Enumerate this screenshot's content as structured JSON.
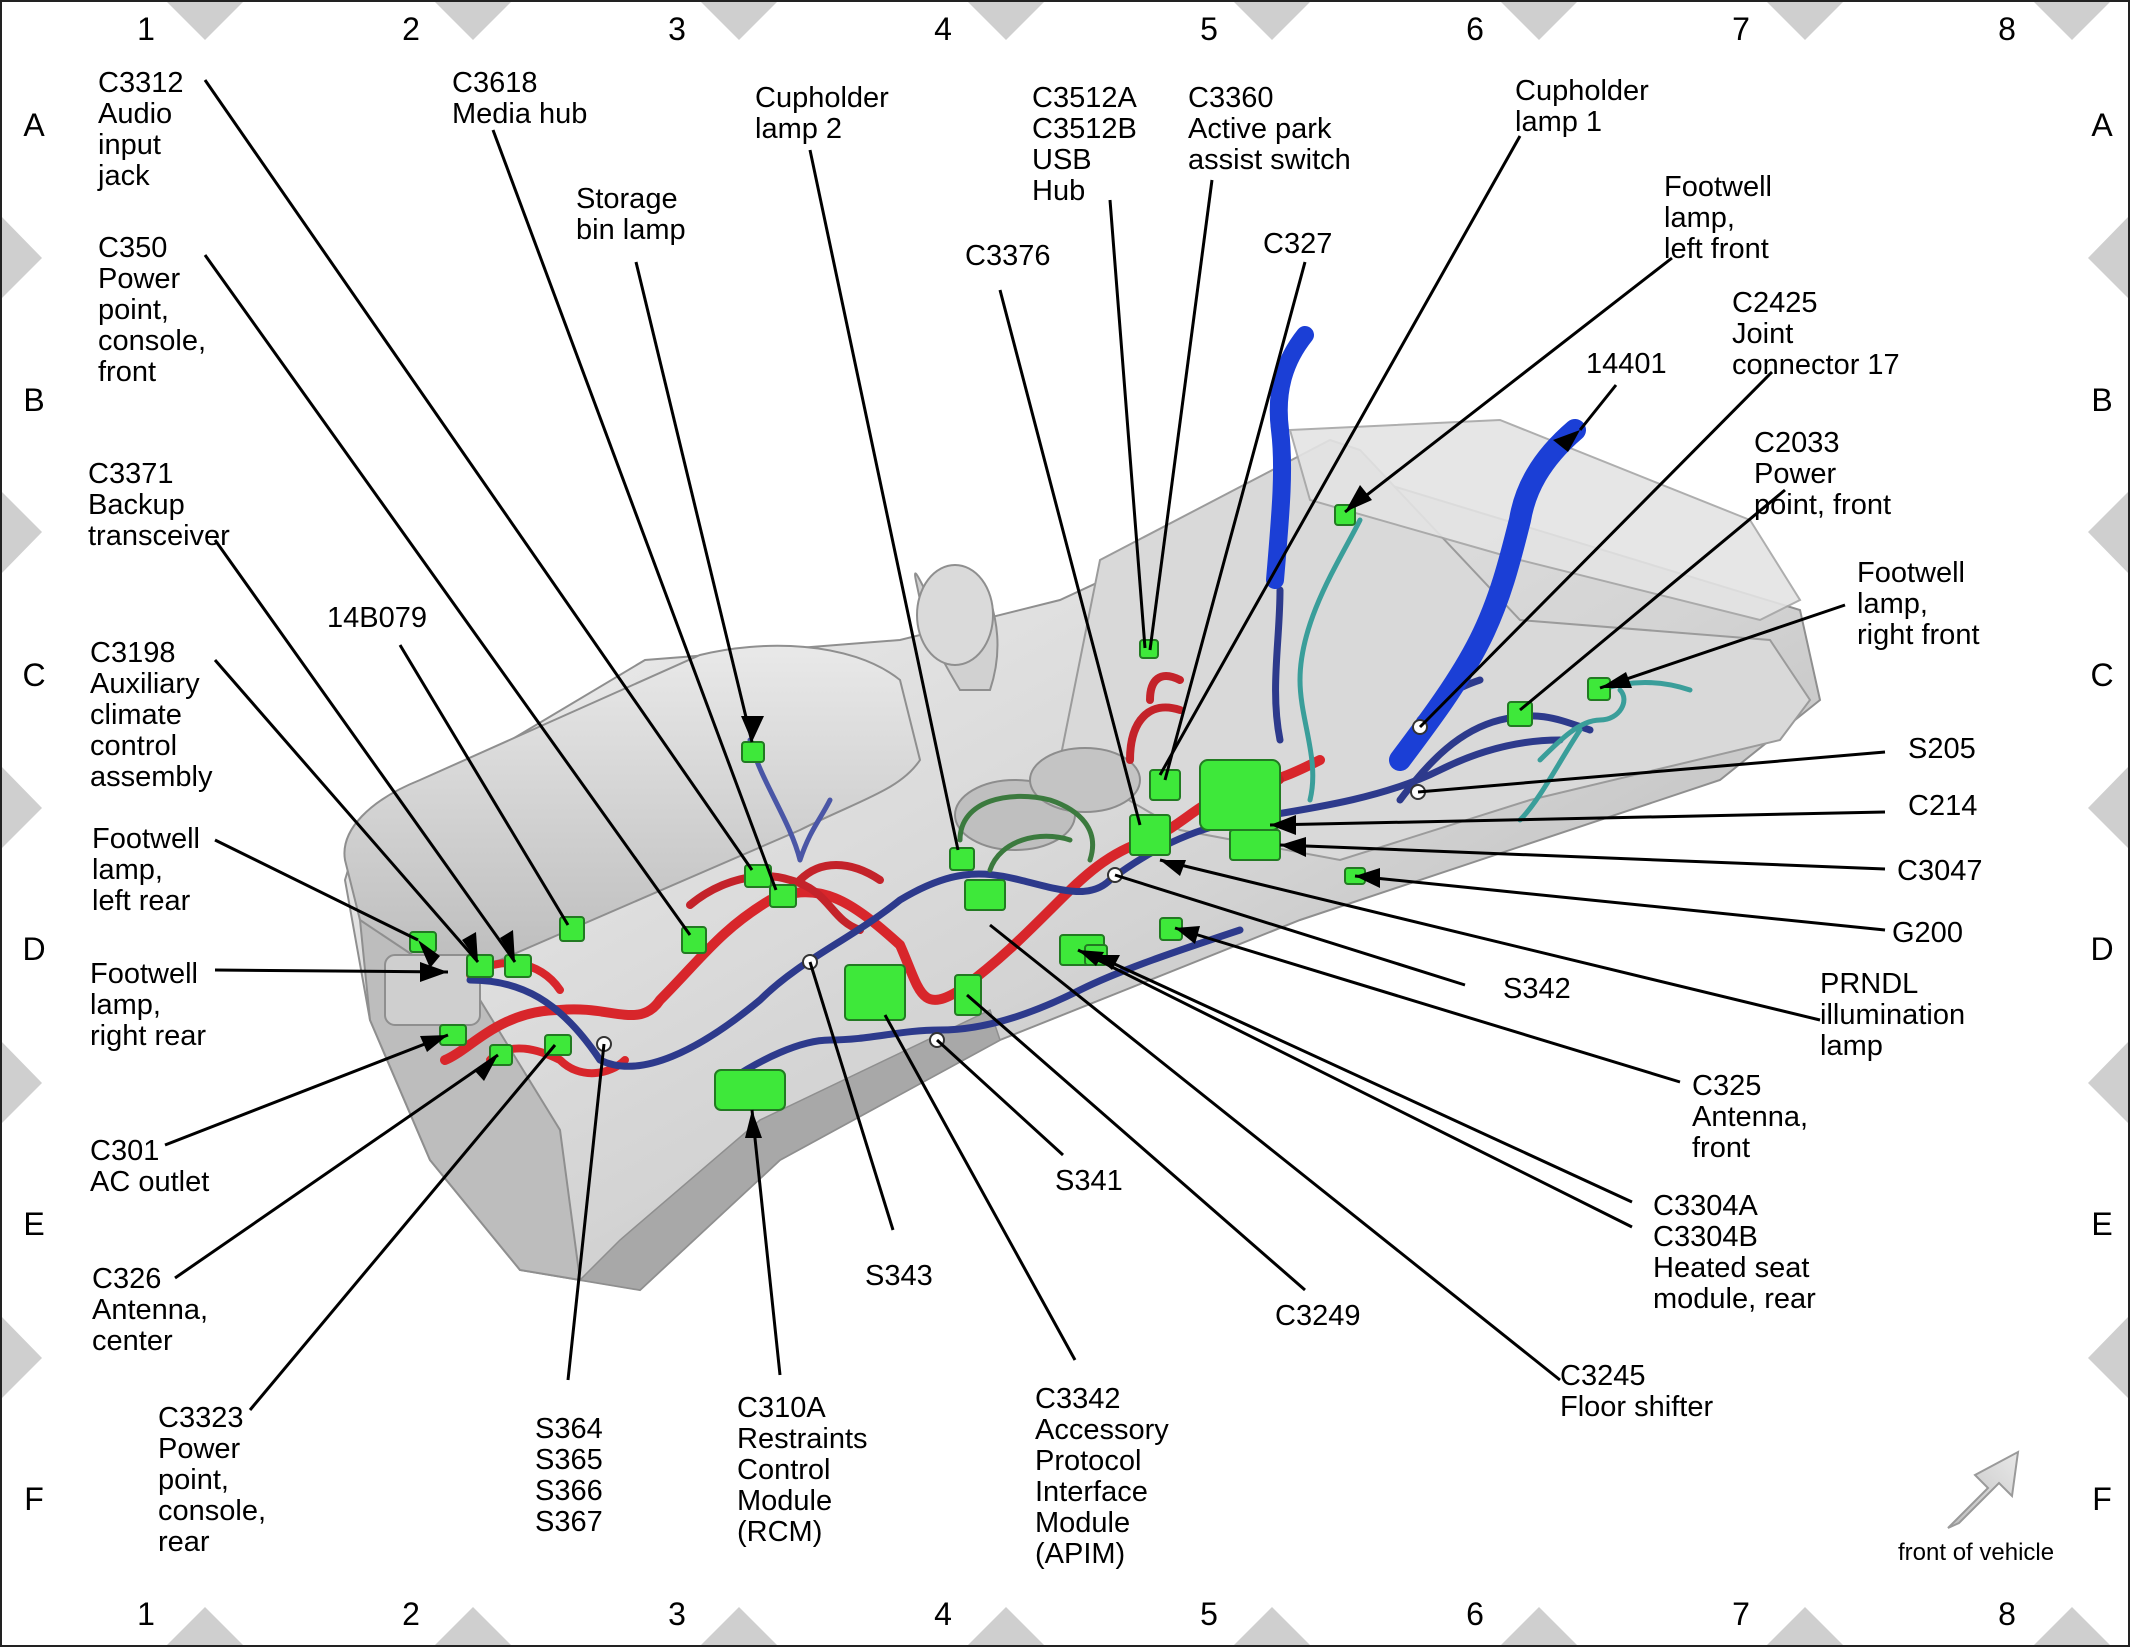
{
  "grid": {
    "columns": [
      "1",
      "2",
      "3",
      "4",
      "5",
      "6",
      "7",
      "8"
    ],
    "rows": [
      "A",
      "B",
      "C",
      "D",
      "E",
      "F"
    ]
  },
  "callouts": [
    {
      "id": "c3312",
      "lines": [
        "C3312",
        "Audio",
        "input",
        "jack"
      ]
    },
    {
      "id": "c3618",
      "lines": [
        "C3618",
        "Media hub"
      ]
    },
    {
      "id": "storage-bin",
      "lines": [
        "Storage",
        "bin lamp"
      ]
    },
    {
      "id": "cupholder2",
      "lines": [
        "Cupholder",
        "lamp 2"
      ]
    },
    {
      "id": "c3512",
      "lines": [
        "C3512A",
        "C3512B",
        "USB",
        "Hub"
      ]
    },
    {
      "id": "c3360",
      "lines": [
        "C3360",
        "Active park",
        "assist switch"
      ]
    },
    {
      "id": "cupholder1",
      "lines": [
        "Cupholder",
        "lamp 1"
      ]
    },
    {
      "id": "c3376",
      "lines": [
        "C3376"
      ]
    },
    {
      "id": "c327",
      "lines": [
        "C327"
      ]
    },
    {
      "id": "footwell-lf",
      "lines": [
        "Footwell",
        "lamp,",
        "left front"
      ]
    },
    {
      "id": "c2425",
      "lines": [
        "C2425",
        "Joint",
        "connector 17"
      ]
    },
    {
      "id": "14401",
      "lines": [
        "14401"
      ]
    },
    {
      "id": "c2033",
      "lines": [
        "C2033",
        "Power",
        "point, front"
      ]
    },
    {
      "id": "c350",
      "lines": [
        "C350",
        "Power",
        "point,",
        "console,",
        "front"
      ]
    },
    {
      "id": "c3371",
      "lines": [
        "C3371",
        "Backup",
        "transceiver"
      ]
    },
    {
      "id": "14b079",
      "lines": [
        "14B079"
      ]
    },
    {
      "id": "footwell-rf",
      "lines": [
        "Footwell",
        "lamp,",
        "right front"
      ]
    },
    {
      "id": "c3198",
      "lines": [
        "C3198",
        "Auxiliary",
        "climate",
        "control",
        "assembly"
      ]
    },
    {
      "id": "s205",
      "lines": [
        "S205"
      ]
    },
    {
      "id": "c214",
      "lines": [
        "C214"
      ]
    },
    {
      "id": "c3047",
      "lines": [
        "C3047"
      ]
    },
    {
      "id": "footwell-lr",
      "lines": [
        "Footwell",
        "lamp,",
        "left rear"
      ]
    },
    {
      "id": "g200",
      "lines": [
        "G200"
      ]
    },
    {
      "id": "footwell-rr",
      "lines": [
        "Footwell",
        "lamp,",
        "right rear"
      ]
    },
    {
      "id": "s342",
      "lines": [
        "S342"
      ]
    },
    {
      "id": "prndl",
      "lines": [
        "PRNDL",
        "illumination",
        "lamp"
      ]
    },
    {
      "id": "c325",
      "lines": [
        "C325",
        "Antenna,",
        "front"
      ]
    },
    {
      "id": "c301",
      "lines": [
        "C301",
        "AC outlet"
      ]
    },
    {
      "id": "s341",
      "lines": [
        "S341"
      ]
    },
    {
      "id": "c3304",
      "lines": [
        "C3304A",
        "C3304B",
        "Heated seat",
        "module, rear"
      ]
    },
    {
      "id": "c326",
      "lines": [
        "C326",
        "Antenna,",
        "center"
      ]
    },
    {
      "id": "s343",
      "lines": [
        "S343"
      ]
    },
    {
      "id": "c3249",
      "lines": [
        "C3249"
      ]
    },
    {
      "id": "c3245",
      "lines": [
        "C3245",
        "Floor shifter"
      ]
    },
    {
      "id": "c3323",
      "lines": [
        "C3323",
        "Power",
        "point,",
        "console,",
        "rear"
      ]
    },
    {
      "id": "s364",
      "lines": [
        "S364",
        "S365",
        "S366",
        "S367"
      ]
    },
    {
      "id": "c310a",
      "lines": [
        "C310A",
        "Restraints",
        "Control",
        "Module",
        "(RCM)"
      ]
    },
    {
      "id": "c3342",
      "lines": [
        "C3342",
        "Accessory",
        "Protocol",
        "Interface",
        "Module",
        "(APIM)"
      ]
    }
  ],
  "orientation_label": "front of vehicle",
  "colors": {
    "harness_red": "#d8262b",
    "harness_navy": "#2d3a8c",
    "harness_blue": "#1b3fd6",
    "harness_teal": "#3a9e9a",
    "connector_green": "#3ee83a",
    "body_gray": "#c9c9c9",
    "border_gray": "#cfcfcf"
  }
}
